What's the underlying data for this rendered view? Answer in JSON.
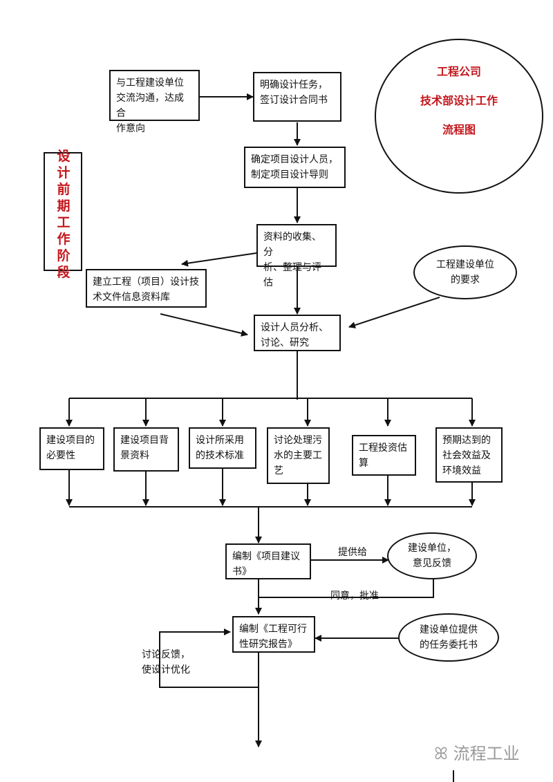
{
  "title": {
    "line1": "工程公司",
    "line2": "技术部设计工作",
    "line3": "流程图"
  },
  "stage_label": "设计前期工作阶段",
  "nodes": {
    "communicate": "与工程建设单位\n交流沟通，达成合\n作意向",
    "clarify": "明确设计任务，\n签订设计合同书",
    "staff": "确定项目设计人员，\n制定项目设计导则",
    "collect": "资料的收集、分\n析、整理与评估",
    "database": "建立工程（项目）设计技\n术文件信息资料库",
    "client_req": "工程建设单位\n的要求",
    "analysis": "设计人员分析、\n讨论、研究",
    "necessity": "建设项目的\n必要性",
    "background": "建设项目背\n景资料",
    "standards": "设计所采用\n的技术标准",
    "sewage": "讨论处理污\n水的主要工\n艺",
    "investment": "工程投资估\n算",
    "benefits": "预期达到的\n社会效益及\n环境效益",
    "proposal": "编制《项目建议\n书》",
    "feedback_unit": "建设单位，\n意见反馈",
    "feasibility": "编制《工程可行\n性研究报告》",
    "commission": "建设单位提供\n的任务委托书"
  },
  "edge_labels": {
    "provide": "提供给",
    "approve": "同意，批准",
    "optimize": "讨论反馈，\n使设计优化"
  },
  "watermark": "流程工业"
}
